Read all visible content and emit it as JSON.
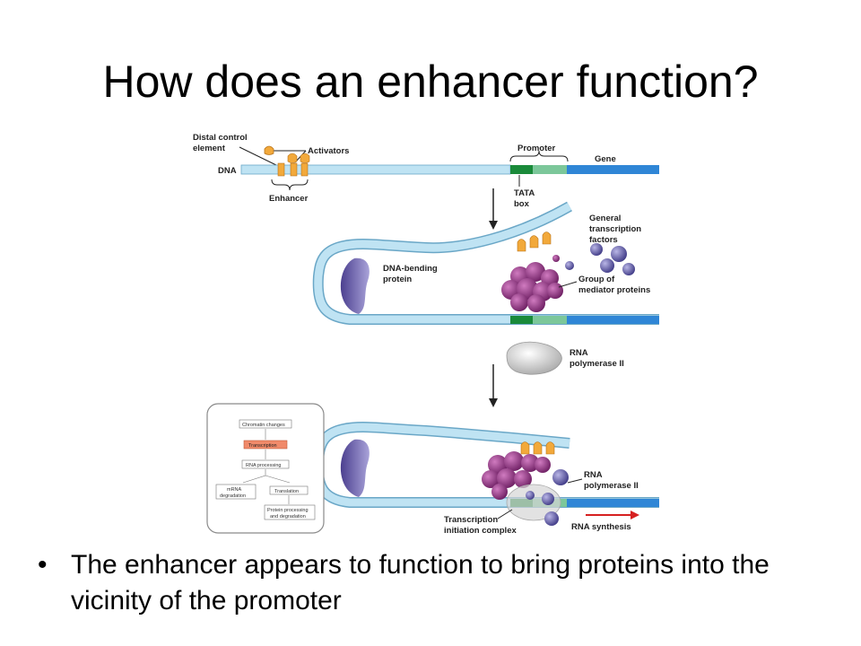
{
  "slide": {
    "title": "How does an enhancer function?",
    "bullet": "The enhancer appears to function to bring proteins into the vicinity of the promoter"
  },
  "diagram": {
    "labels": {
      "distal_control_1": "Distal control",
      "distal_control_2": "element",
      "activators": "Activators",
      "dna": "DNA",
      "enhancer": "Enhancer",
      "promoter": "Promoter",
      "gene": "Gene",
      "tata_1": "TATA",
      "tata_2": "box",
      "gtf_1": "General",
      "gtf_2": "transcription",
      "gtf_3": "factors",
      "dna_bending_1": "DNA-bending",
      "dna_bending_2": "protein",
      "mediator_1": "Group of",
      "mediator_2": "mediator proteins",
      "rna_pol_1": "RNA",
      "rna_pol_2": "polymerase II",
      "rna_pol_b1": "RNA",
      "rna_pol_b2": "polymerase II",
      "tic_1": "Transcription",
      "tic_2": "initiation complex",
      "rna_synthesis": "RNA synthesis"
    },
    "inset": {
      "chromatin": "Chromatin changes",
      "transcription": "Transcription",
      "rna_processing": "RNA processing",
      "mrna_deg_1": "mRNA",
      "mrna_deg_2": "degradation",
      "translation": "Translation",
      "protein_proc_1": "Protein processing",
      "protein_proc_2": "and degradation"
    },
    "colors": {
      "dna_light": "#bfe3f3",
      "gene_blue": "#2f86d6",
      "tata_green": "#1a8a3a",
      "promoter_green": "#7cc79a",
      "activator": "#f2a93b",
      "mediator": "#8a2f7a",
      "gtf": "#5f5aa6",
      "rna_pol": "#c9c9c9",
      "transcription_box": "#f08a6a"
    }
  }
}
